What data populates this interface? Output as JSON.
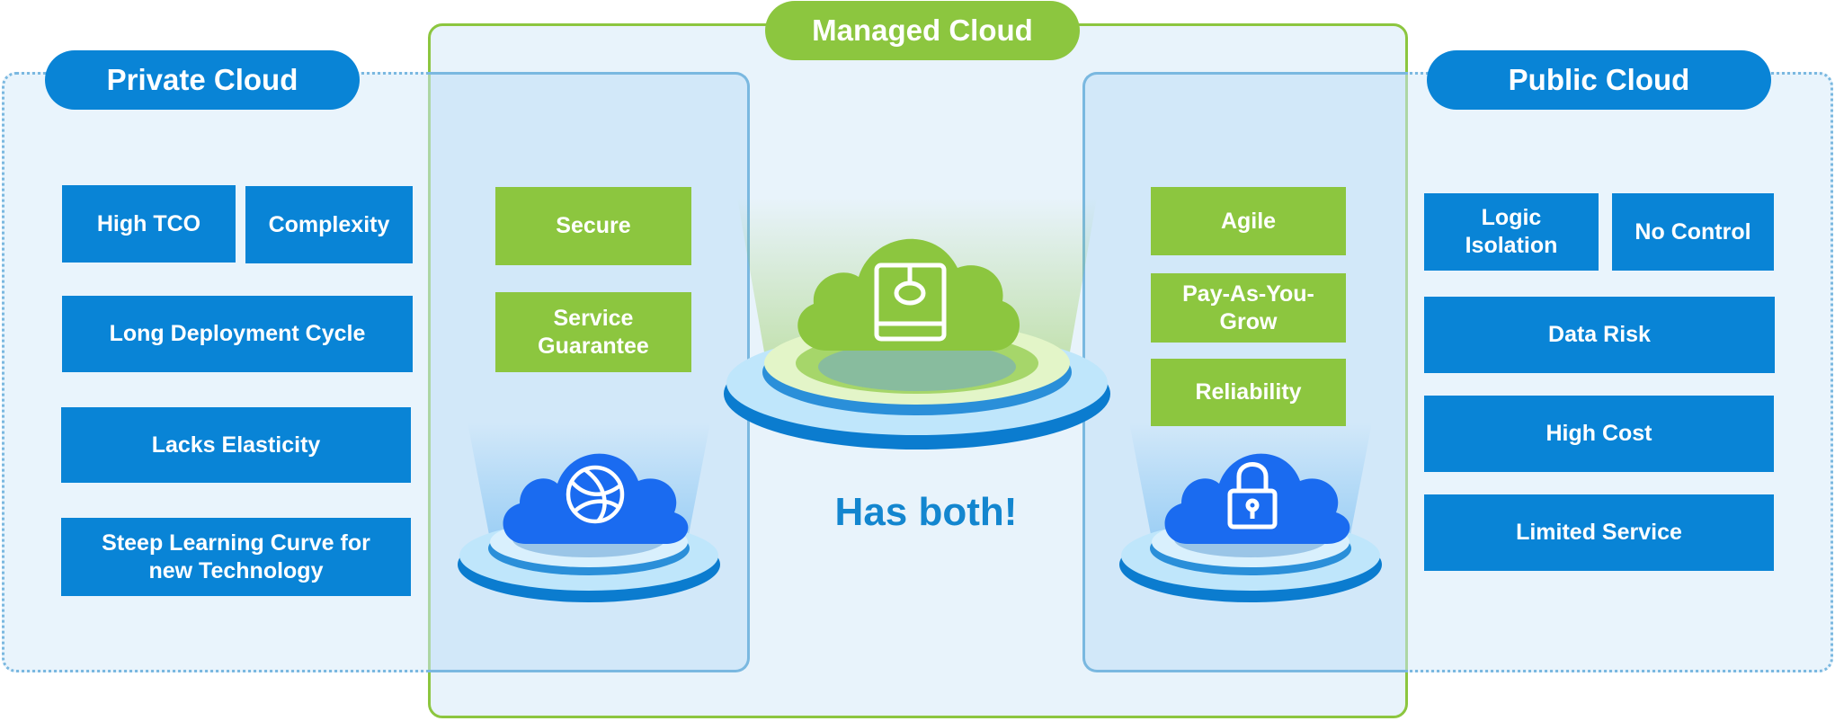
{
  "private_cloud": {
    "title": "Private Cloud",
    "items": [
      "High TCO",
      "Complexity",
      "Long Deployment Cycle",
      "Lacks Elasticity",
      "Steep Learning Curve for\nnew Technology"
    ]
  },
  "managed_cloud": {
    "title": "Managed Cloud",
    "left_items": [
      "Secure",
      "Service\nGuarantee"
    ],
    "right_items": [
      "Agile",
      "Pay-As-You-\nGrow",
      "Reliability"
    ],
    "callout": "Has both!"
  },
  "public_cloud": {
    "title": "Public Cloud",
    "items": [
      "Logic\nIsolation",
      "No Control",
      "Data Risk",
      "High Cost",
      "Limited Service"
    ]
  },
  "icons": {
    "private": "globe-cloud-icon",
    "managed": "storage-cloud-icon",
    "public": "lock-cloud-icon"
  },
  "colors": {
    "private_public_blue": "#0984d6",
    "managed_green": "#8cc63f",
    "callout_blue": "#1386cf",
    "icon_cloud_blue": "#1a6bf0"
  }
}
